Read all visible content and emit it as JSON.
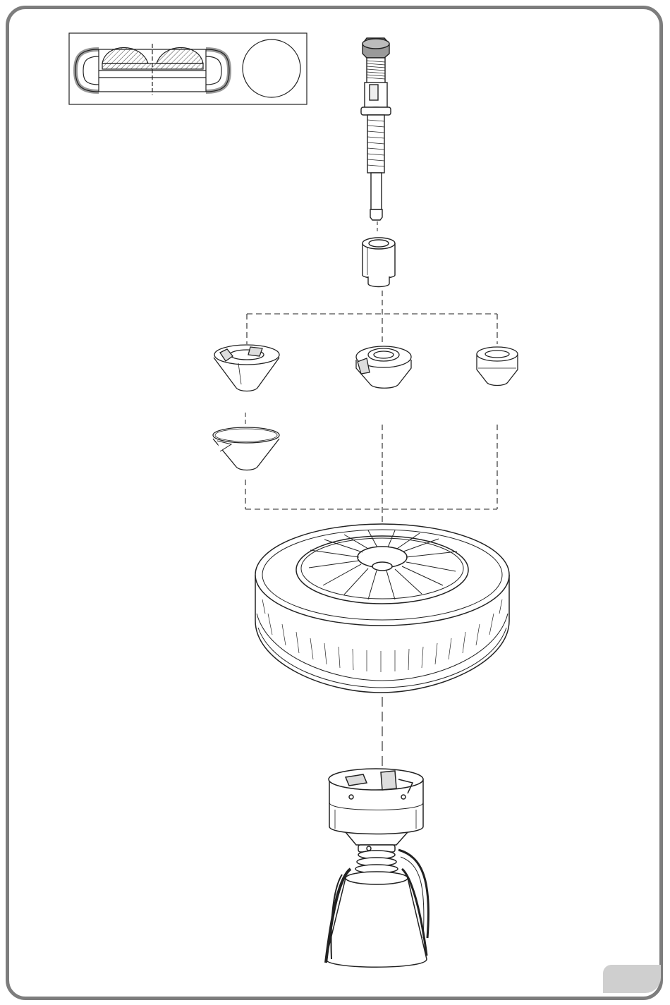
{
  "diagram": {
    "type": "exploded-assembly-illustration",
    "parts": [
      "rim-section-inset",
      "threaded-shaft",
      "sleeve",
      "cone-small-slotted",
      "cone-medium",
      "cone-ring",
      "cone-large-slotted",
      "wheel",
      "balancer-hub"
    ]
  },
  "colors": {
    "frame": "#7d7d7d",
    "tab": "#cfcfcf",
    "line": "#222222",
    "fill_gray": "#b0b0b0",
    "hatch": "#444444"
  },
  "page_tab": {
    "label": ""
  }
}
